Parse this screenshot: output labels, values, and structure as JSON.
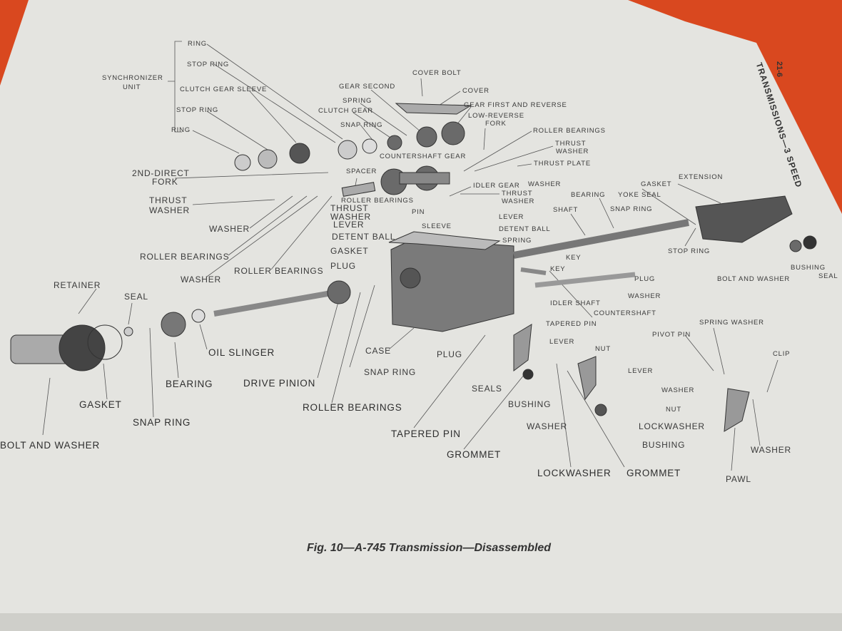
{
  "header": {
    "page_number": "21-6",
    "section": "TRANSMISSIONS—3 SPEED"
  },
  "caption": "Fig. 10—A-745 Transmission—Disassembled",
  "labels": [
    "RING",
    "STOP RING",
    "SYNCHRONIZER",
    "UNIT",
    "CLUTCH GEAR SLEEVE",
    "STOP RING",
    "RING",
    "COVER BOLT",
    "GEAR SECOND",
    "COVER",
    "SPRING",
    "GEAR FIRST AND REVERSE",
    "CLUTCH GEAR",
    "LOW-REVERSE",
    "FORK",
    "SNAP RING",
    "ROLLER BEARINGS",
    "THRUST",
    "WASHER",
    "COUNTERSHAFT GEAR",
    "THRUST PLATE",
    "2ND-DIRECT",
    "FORK",
    "SPACER",
    "WASHER",
    "IDLER GEAR",
    "THRUST",
    "WASHER",
    "ROLLER BEARINGS",
    "THRUST",
    "WASHER",
    "THRUST",
    "WASHER",
    "PIN",
    "LEVER",
    "LEVER",
    "SLEEVE",
    "DETENT BALL",
    "WASHER",
    "DETENT BALL",
    "SPRING",
    "GASKET",
    "ROLLER BEARINGS",
    "ROLLER BEARINGS",
    "WASHER",
    "PLUG",
    "RETAINER",
    "SEAL",
    "GASKET",
    "EXTENSION",
    "BEARING",
    "YOKE SEAL",
    "SHAFT",
    "SNAP RING",
    "STOP RING",
    "KEY",
    "KEY",
    "PLUG",
    "BUSHING",
    "SEAL",
    "BOLT AND WASHER",
    "WASHER",
    "IDLER SHAFT",
    "COUNTERSHAFT",
    "TAPERED PIN",
    "SPRING WASHER",
    "PIVOT PIN",
    "CLIP",
    "LEVER",
    "NUT",
    "OIL SLINGER",
    "CASE",
    "PLUG",
    "LEVER",
    "SNAP RING",
    "DRIVE PINION",
    "BEARING",
    "SEALS",
    "WASHER",
    "GASKET",
    "BUSHING",
    "NUT",
    "ROLLER BEARINGS",
    "LOCKWASHER",
    "SNAP RING",
    "WASHER",
    "TAPERED PIN",
    "BUSHING",
    "BOLT AND WASHER",
    "WASHER",
    "GROMMET",
    "LOCKWASHER",
    "GROMMET",
    "PAWL"
  ]
}
